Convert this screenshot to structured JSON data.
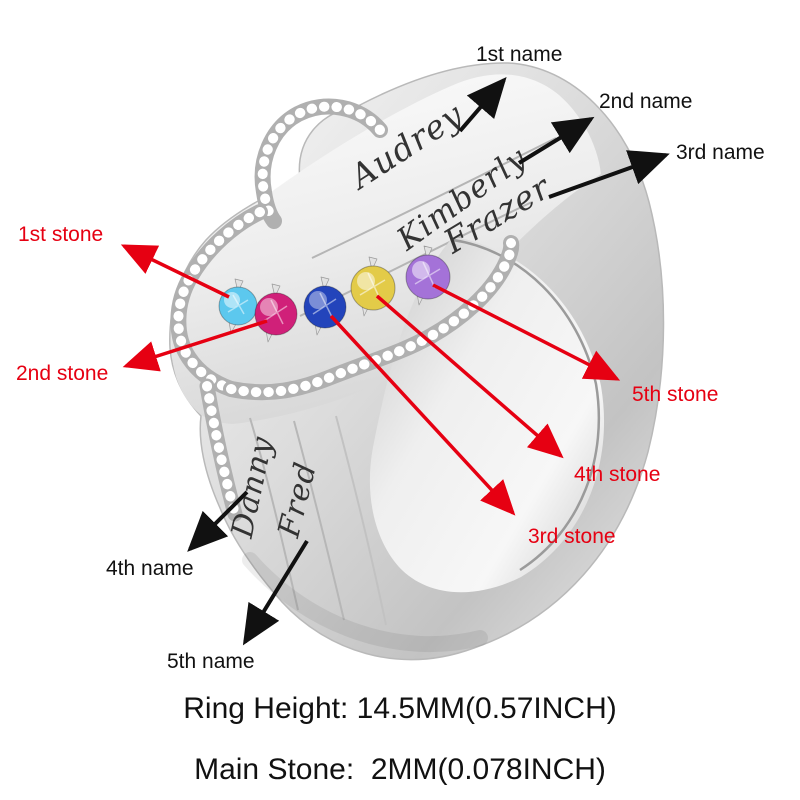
{
  "figure": {
    "description": "Annotated product photo of a personalized silver ring with five birthstones and five engraved names",
    "metal_color": "silver"
  },
  "engravings": {
    "top": [
      {
        "slot": "1st name",
        "text": "Audrey"
      },
      {
        "slot": "2nd name",
        "text": "Kimberly"
      },
      {
        "slot": "3rd name",
        "text": "Frazer"
      }
    ],
    "bottom": [
      {
        "slot": "4th name",
        "text": "Danny"
      },
      {
        "slot": "5th name",
        "text": "Fred"
      }
    ]
  },
  "labels": {
    "names": [
      {
        "text": "1st name"
      },
      {
        "text": "2nd name"
      },
      {
        "text": "3rd name"
      },
      {
        "text": "4th name"
      },
      {
        "text": "5th name"
      }
    ],
    "stones": [
      {
        "text": "1st stone"
      },
      {
        "text": "2nd stone"
      },
      {
        "text": "3rd stone"
      },
      {
        "text": "4th stone"
      },
      {
        "text": "5th stone"
      }
    ]
  },
  "stones": [
    {
      "order": "1st",
      "color": "#5cc8ee",
      "name": "light-blue-aquamarine"
    },
    {
      "order": "2nd",
      "color": "#d02079",
      "name": "magenta-pink"
    },
    {
      "order": "3rd",
      "color": "#2344bb",
      "name": "royal-blue-sapphire"
    },
    {
      "order": "4th",
      "color": "#e3cb48",
      "name": "yellow-citrine"
    },
    {
      "order": "5th",
      "color": "#a472d8",
      "name": "purple-amethyst"
    }
  ],
  "specs": {
    "ring_height": "Ring Height: 14.5MM(0.57INCH)",
    "main_stone": "Main Stone:  2MM(0.078INCH)"
  },
  "colors": {
    "annotation_red": "#e60012",
    "annotation_black": "#111111",
    "metal_light": "#f8f8f8",
    "metal_mid": "#dadada",
    "metal_shadow": "#a9a9a9",
    "engraving": "#333333",
    "background": "#ffffff"
  }
}
